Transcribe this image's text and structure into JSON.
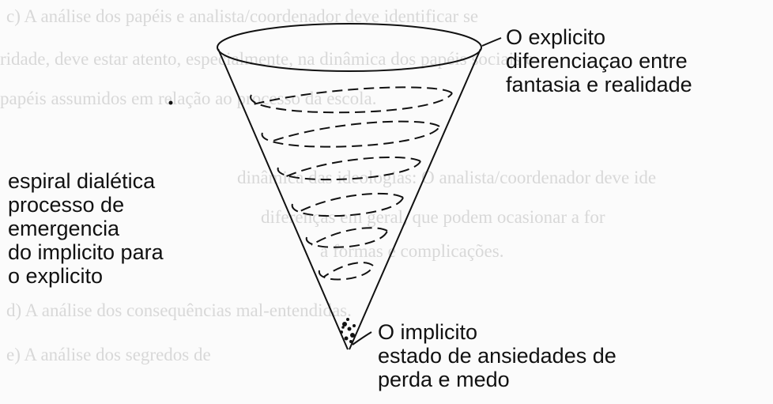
{
  "background_text": [
    "c)        A análise dos papéis e analista/coordenador deve identificar se",
    "ridade, deve estar atento, especialmente, na dinâmica dos papéis sociais e",
    "papéis assumidos em relação ao processo da escola.",
    "dinâmica das ideologias: O analista/coordenador deve ide",
    "diferenças em geral, que podem ocasionar a for",
    "a formas e complicações.",
    "d)        A análise dos consequências mal-entendidas.",
    "e)        A análise dos segredos de"
  ],
  "diagram": {
    "top_label": [
      "O explicito",
      "diferenciaçao entre",
      "fantasia e realidade"
    ],
    "left_label": [
      "espiral dialética",
      "processo de",
      "emergencia",
      "do implicito para",
      "o explicito"
    ],
    "bottom_label": [
      "O implicito",
      "estado de ansiedades de",
      "perda e medo"
    ]
  },
  "colors": {
    "ink": "#111111",
    "background_text": "#d8d8d8",
    "background": "#fbfbfb"
  }
}
